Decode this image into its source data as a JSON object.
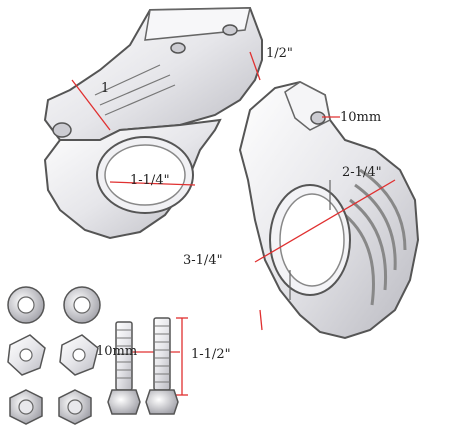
{
  "product": {
    "parts": [
      "clamp-bracket-left",
      "clamp-bracket-right",
      "flat-washer",
      "tab-washer",
      "hex-nut",
      "hex-bolt"
    ]
  },
  "labels": {
    "dim_1": "1",
    "dim_1_2": "1/2\"",
    "dim_10mm_top": "10mm",
    "dim_1_1_4": "1-1/4\"",
    "dim_2_1_4": "2-1/4\"",
    "dim_3_1_4": "3-1/4\"",
    "dim_10mm_bolt": "10mm",
    "dim_1_1_2": "1-1/2\""
  },
  "colors": {
    "dimension_line": "#e03030",
    "outline": "#555555",
    "chrome_light": "#f4f4f6",
    "chrome_dark": "#8a8a90"
  }
}
